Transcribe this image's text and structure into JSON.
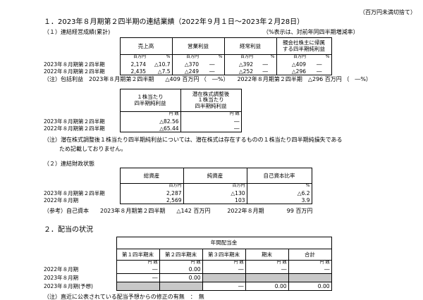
{
  "unit_note": "（百万円未満切捨て）",
  "s1_title": "１．2023年８月期第２四半期の連結業績（2022年９月１日～2023年２月28日）",
  "s1_sub": "（１）連結経営成績(累計)",
  "s1_pct_note": "（%表示は、対前年同四半期増減率）",
  "results": {
    "headers": [
      "売上高",
      "営業利益",
      "経常利益",
      "親会社株主に帰属\nする四半期純利益"
    ],
    "unit_yen": "百万円",
    "unit_pct": "%",
    "rows": [
      {
        "label": "2023年８月期第２四半期",
        "sales": "2,174",
        "sales_pct": "△10.7",
        "op": "△370",
        "op_pct": "―",
        "ord": "△392",
        "ord_pct": "―",
        "net": "△409",
        "net_pct": "―"
      },
      {
        "label": "2022年８月期第２四半期",
        "sales": "2,435",
        "sales_pct": "△7.5",
        "op": "△249",
        "op_pct": "―",
        "ord": "△252",
        "ord_pct": "―",
        "net": "△296",
        "net_pct": "―"
      }
    ]
  },
  "comp_note": "（注）包括利益　2023年８月期第２四半期　　△409 百万円 （　―%）　　2022年８月期第２四半期　△296 百万円 （　―%）",
  "eps": {
    "headers": [
      "１株当たり\n四半期純利益",
      "潜在株式調整後\n１株当たり\n四半期純利益"
    ],
    "unit": "円 銭",
    "rows": [
      {
        "label": "2023年８月期第２四半期",
        "eps": "△82.56",
        "diluted": "―"
      },
      {
        "label": "2022年８月期第２四半期",
        "eps": "△65.44",
        "diluted": "―"
      }
    ]
  },
  "eps_note1": "（注）潜在株式調整後１株当たり四半期純利益については、潜在株式は存在するものの１株当たり四半期純損失である",
  "eps_note2": "ため記載しておりません。",
  "s2_sub": "（２）連結財政状態",
  "fin": {
    "headers": [
      "総資産",
      "純資産",
      "自己資本比率"
    ],
    "unit_yen": "百万円",
    "unit_pct": "%",
    "rows": [
      {
        "label": "2023年８月期第２四半期",
        "assets": "2,287",
        "net_assets": "△130",
        "ratio": "△6.2"
      },
      {
        "label": "2022年８月期",
        "assets": "2,569",
        "net_assets": "103",
        "ratio": "3.9"
      }
    ]
  },
  "equity_note": "（参考）自己資本　　2023年８月期第２四半期　　△142 百万円　　　2022年８月期　　　　99 百万円",
  "s3_title": "２．配当の状況",
  "div": {
    "group_header": "年間配当金",
    "headers": [
      "第１四半期末",
      "第２四半期末",
      "第３四半期末",
      "期末",
      "合計"
    ],
    "unit": "円 銭",
    "rows": [
      {
        "label": "2022年８月期",
        "q1": "―",
        "q2": "0.00",
        "q3": "―",
        "end": "―",
        "total": "―"
      },
      {
        "label": "2023年８月期",
        "q1": "―",
        "q2": "0.00",
        "q3": "",
        "end": "",
        "total": ""
      },
      {
        "label": "2023年８月期(予想)",
        "q1": "",
        "q2": "",
        "q3": "―",
        "end": "0.00",
        "total": "0.00"
      }
    ]
  },
  "bottom_note": "（注）直近に公表されている配当予想からの修正の有無　：　無"
}
